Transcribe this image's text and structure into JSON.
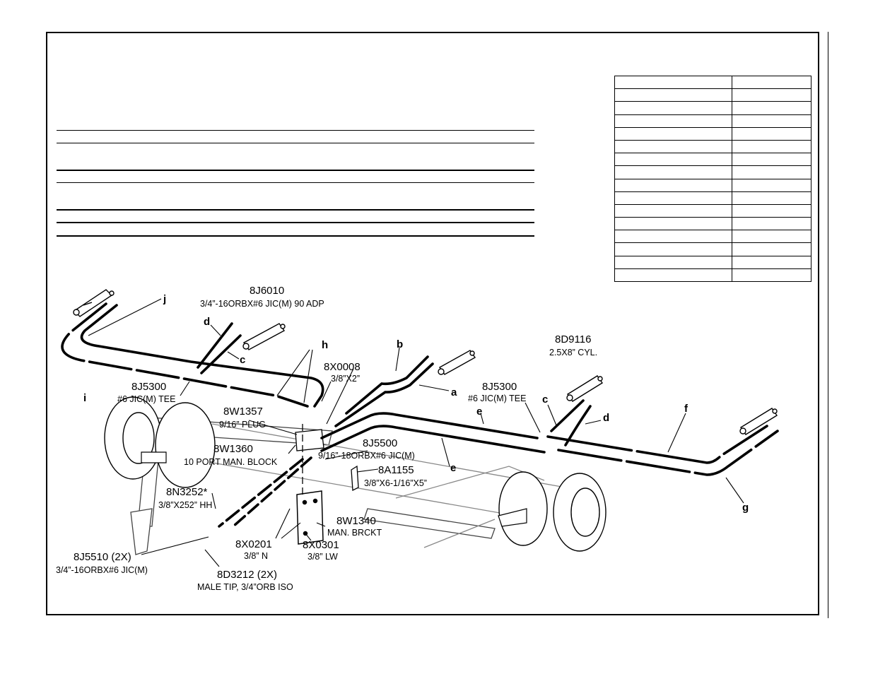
{
  "parts": [
    {
      "id": "8J6010",
      "desc": "3/4”-16ORBX#6 JIC(M) 90 ADP"
    },
    {
      "id": "8J5300",
      "desc": "#6 JIC(M) TEE"
    },
    {
      "id": "8W1357",
      "desc": "9/16” PLUG"
    },
    {
      "id": "8W1360",
      "desc": "10 PORT MAN. BLOCK"
    },
    {
      "id": "8X0008",
      "desc": "3/8”X2”"
    },
    {
      "id": "8J5300",
      "desc": "#6 JIC(M) TEE"
    },
    {
      "id": "8J5500",
      "desc": "9/16”-18ORBX#6 JIC(M)"
    },
    {
      "id": "8A1155",
      "desc": "3/8”X6-1/16”X5”"
    },
    {
      "id": "8N3252*",
      "desc": "3/8”X252” HH"
    },
    {
      "id": "8W1340",
      "desc": "MAN. BRCKT"
    },
    {
      "id": "8X0201",
      "desc": "3/8” N"
    },
    {
      "id": "8X0301",
      "desc": "3/8” LW"
    },
    {
      "id": "8J5510 (2X)",
      "desc": "3/4”-16ORBX#6 JIC(M)"
    },
    {
      "id": "8D3212 (2X)",
      "desc": "MALE TIP, 3/4”ORB ISO"
    },
    {
      "id": "8D9116",
      "desc": "2.5X8” CYL."
    }
  ],
  "hose_letters": [
    "a",
    "b",
    "c",
    "c",
    "d",
    "d",
    "e",
    "e",
    "f",
    "g",
    "h",
    "i",
    "j"
  ],
  "colors": {
    "ink": "#000000",
    "paper": "#ffffff",
    "tire": "#efefef"
  }
}
